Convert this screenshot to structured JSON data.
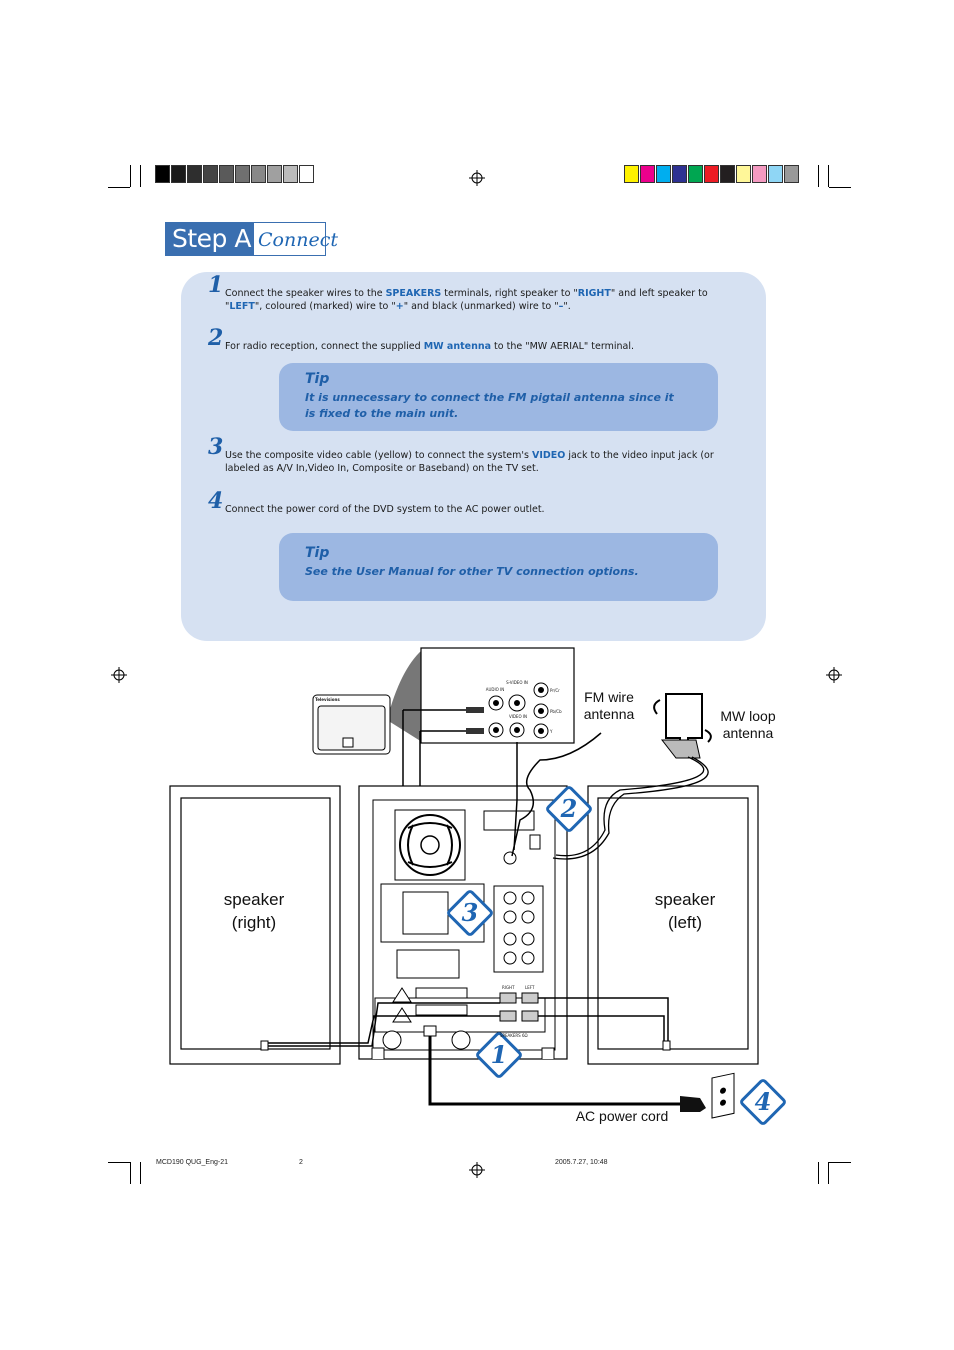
{
  "header": {
    "step_label": "Step A",
    "step_title": "Connect"
  },
  "steps": [
    {
      "number": "1",
      "parts": [
        "Connect the speaker wires to the ",
        "SPEAKERS",
        " terminals, right speaker to \"",
        "RIGHT",
        "\" and left speaker to \"",
        "LEFT",
        "\", coloured (marked) wire to \"",
        "+",
        "\" and black (unmarked) wire to \"",
        "–",
        "\"."
      ]
    },
    {
      "number": "2",
      "parts": [
        "For radio reception, connect the supplied ",
        "MW antenna",
        " to the \"MW AERIAL\" terminal."
      ]
    },
    {
      "number": "3",
      "parts": [
        "Use the composite video cable (yellow) to connect the system's ",
        "VIDEO",
        " jack to the video input jack (or labeled as A/V In,Video In, Composite or Baseband) on the TV set."
      ]
    },
    {
      "number": "4",
      "parts": [
        "Connect the power cord of the DVD system to the AC power outlet."
      ]
    }
  ],
  "tips": [
    {
      "title": "Tip",
      "text": "It is unnecessary to connect the FM pigtail antenna since it is fixed to the main unit."
    },
    {
      "title": "Tip",
      "text": "See the User Manual for other TV connection options."
    }
  ],
  "diagram": {
    "fm_antenna_label_1": "FM wire",
    "fm_antenna_label_2": "antenna",
    "mw_antenna_label_1": "MW loop",
    "mw_antenna_label_2": "antenna",
    "speaker_right_1": "speaker",
    "speaker_right_2": "(right)",
    "speaker_left_1": "speaker",
    "speaker_left_2": "(left)",
    "ac_cord_label": "AC power cord",
    "tv_brand": "Televisions",
    "jack_audio_in": "AUDIO IN",
    "jack_svideo_in": "S-VIDEO IN",
    "jack_video_in": "VIDEO IN",
    "jack_pr": "Pr/Cr",
    "jack_pb": "Pb/Cb",
    "jack_y": "Y",
    "badges": [
      "1",
      "2",
      "3",
      "4"
    ],
    "unit_speakers_label": "SPEAKERS 6Ω",
    "unit_right": "RIGHT",
    "unit_left": "LEFT"
  },
  "footer": {
    "file": "MCD190 QUG_Eng-21",
    "page": "2",
    "date": "2005.7.27, 10:48"
  },
  "colors": {
    "brand_blue": "#1f66b3",
    "panel_bg": "#d6e1f2",
    "tip_bg": "#9cb7e2",
    "swatches_gray": [
      "#000000",
      "#1a1a1a",
      "#2e2e2e",
      "#444444",
      "#5a5a5a",
      "#707070",
      "#888888",
      "#a0a0a0",
      "#bbbbbb",
      "#ffffff"
    ],
    "swatches_color": [
      "#fff200",
      "#ec008c",
      "#00aeef",
      "#2e3192",
      "#00a651",
      "#ed1c24",
      "#231f20",
      "#fff799",
      "#f49ac1",
      "#8fd6f5",
      "#999999"
    ]
  }
}
